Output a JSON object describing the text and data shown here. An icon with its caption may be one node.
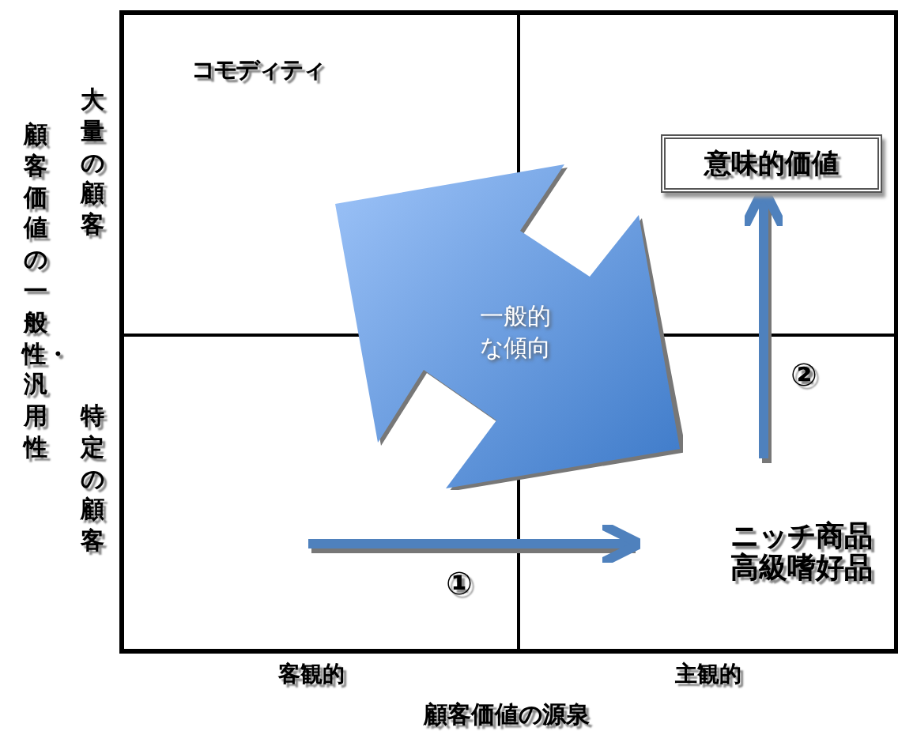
{
  "diagram": {
    "nodes": [
      {
        "text": [
          "コモディティ"
        ]
      },
      {
        "text": [
          "意味的価値"
        ]
      },
      {
        "text": [
          "一般的な傾向"
        ]
      },
      {
        "text": [
          "ニッチ商品",
          "高級嗜好品"
        ]
      }
    ],
    "edges": [
      {
        "from": null,
        "to": 3,
        "arrow": "to",
        "label": "①"
      },
      {
        "from": null,
        "to": 1,
        "arrow": "to",
        "label": "②"
      }
    ],
    "labels": [
      "大量の顧客",
      "顧客価値の一般性・汎用性",
      "特定の顧客",
      "客観的",
      "主観的",
      "顧客価値の源泉"
    ]
  }
}
